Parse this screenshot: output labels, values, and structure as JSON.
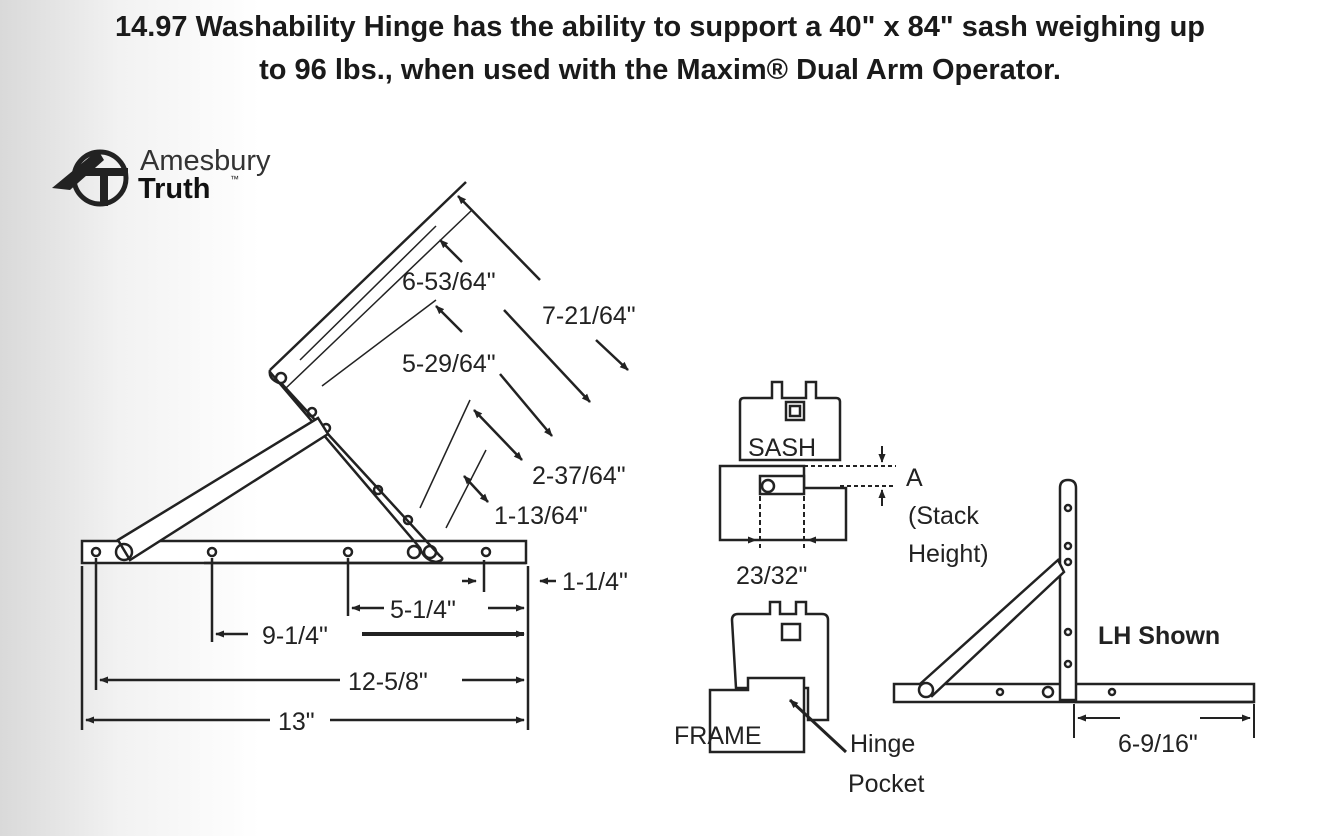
{
  "title": {
    "line1": "14.97 Washability Hinge has the ability to support a 40\" x 84\" sash weighing up",
    "line2": "to 96 lbs., when used with the Maxim® Dual Arm Operator."
  },
  "logo": {
    "line1": "Amesbury",
    "line2": "Truth",
    "tm": "™"
  },
  "main_view": {
    "dims": {
      "d_6_53_64": "6-53/64\"",
      "d_7_21_64": "7-21/64\"",
      "d_5_29_64": "5-29/64\"",
      "d_2_37_64": "2-37/64\"",
      "d_1_13_64": "1-13/64\"",
      "d_1_1_4": "1-1/4\"",
      "d_5_1_4": "5-1/4\"",
      "d_9_1_4": "9-1/4\"",
      "d_12_5_8": "12-5/8\"",
      "d_13": "13\""
    }
  },
  "section_view": {
    "sash_label": "SASH",
    "a_label": "A",
    "stack_line1": "(Stack",
    "stack_line2": "Height)",
    "d_23_32": "23/32\"",
    "frame_label": "FRAME",
    "pocket_line1": "Hinge",
    "pocket_line2": "Pocket"
  },
  "side_view": {
    "lh_label": "LH Shown",
    "d_6_9_16": "6-9/16\""
  },
  "colors": {
    "ink": "#222222",
    "background": "#ffffff"
  }
}
